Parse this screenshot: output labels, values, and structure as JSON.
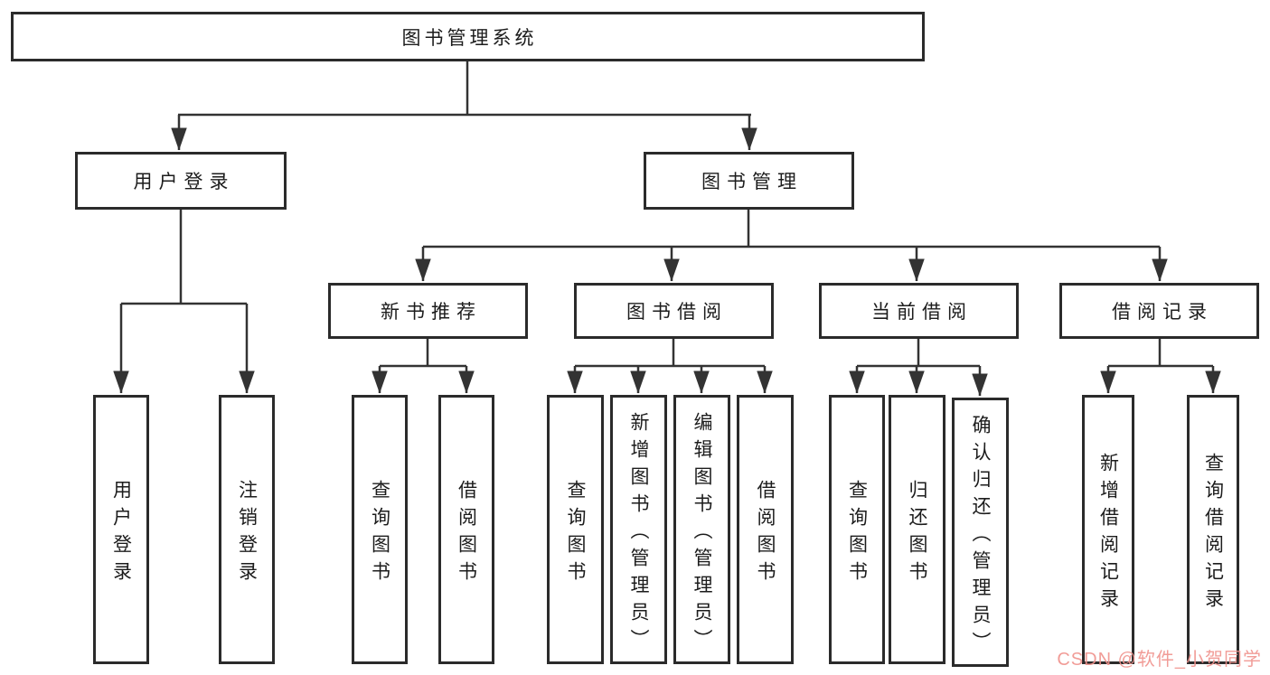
{
  "tree": {
    "root": {
      "label": "图书管理系统",
      "children": [
        {
          "label": "用户登录",
          "children": [
            {
              "label": "用户登录"
            },
            {
              "label": "注销登录"
            }
          ]
        },
        {
          "label": "图书管理",
          "children": [
            {
              "label": "新书推荐",
              "children": [
                {
                  "label": "查询图书"
                },
                {
                  "label": "借阅图书"
                }
              ]
            },
            {
              "label": "图书借阅",
              "children": [
                {
                  "label": "查询图书"
                },
                {
                  "label": "新增图书（管理员）"
                },
                {
                  "label": "编辑图书（管理员）"
                },
                {
                  "label": "借阅图书"
                }
              ]
            },
            {
              "label": "当前借阅",
              "children": [
                {
                  "label": "查询图书"
                },
                {
                  "label": "归还图书"
                },
                {
                  "label": "确认归还（管理员）"
                }
              ]
            },
            {
              "label": "借阅记录",
              "children": [
                {
                  "label": "新增借阅记录"
                },
                {
                  "label": "查询借阅记录"
                }
              ]
            }
          ]
        }
      ]
    }
  },
  "watermark": {
    "text": "CSDN @软件_小贺同学",
    "color": "#f0928c"
  },
  "colors": {
    "line": "#333333",
    "box_border": "#2b2b2b",
    "box_fill": "#ffffff",
    "text": "#1c1c1c",
    "background": "#ffffff"
  }
}
